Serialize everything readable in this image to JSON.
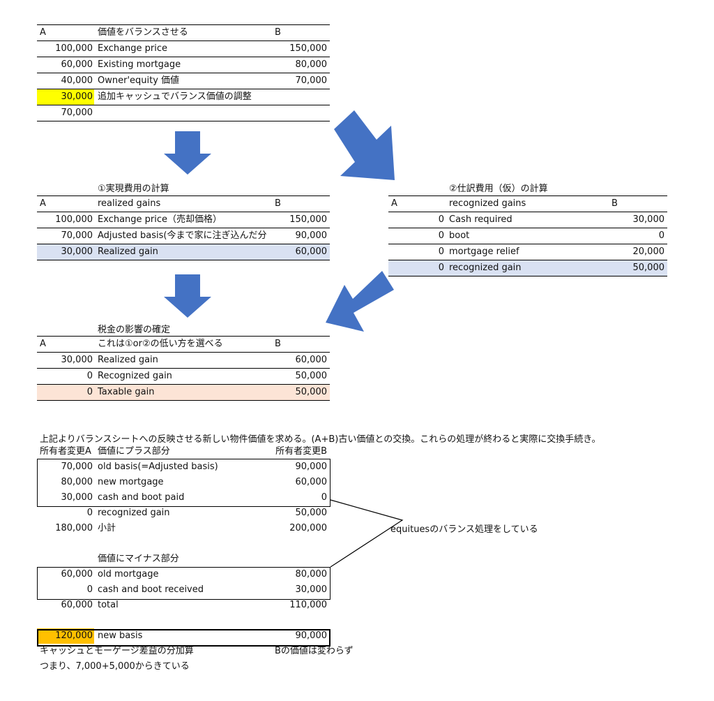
{
  "colors": {
    "arrow": "#4472c4",
    "highlight_yellow": "#ffff00",
    "highlight_orange": "#ffc000",
    "row_blue": "#d9e1f2",
    "row_pink": "#fce4d6"
  },
  "balance": {
    "head_a": "A",
    "head_mid": "価値をバランスさせる",
    "head_b": "B",
    "rows": [
      {
        "a": "100,000",
        "label": "Exchange price",
        "b": "150,000"
      },
      {
        "a": "60,000",
        "label": "Existing mortgage",
        "b": "80,000"
      },
      {
        "a": "40,000",
        "label": "Owner'equity 価値",
        "b": "70,000"
      },
      {
        "a": "30,000",
        "label": "追加キャッシュでバランス価値の調整",
        "b": ""
      },
      {
        "a": "70,000",
        "label": "",
        "b": ""
      }
    ]
  },
  "realized": {
    "caption": "①実現費用の計算",
    "head_a": "A",
    "head_mid": "realized gains",
    "head_b": "B",
    "rows": [
      {
        "a": "100,000",
        "label": "Exchange price（売却価格）",
        "b": "150,000"
      },
      {
        "a": "70,000",
        "label": "Adjusted basis(今まで家に注ぎ込んだ分",
        "b": "90,000"
      },
      {
        "a": "30,000",
        "label": "Realized gain",
        "b": "60,000"
      }
    ]
  },
  "recognized": {
    "caption": "②仕訳費用（仮）の計算",
    "head_a": "A",
    "head_mid": "recognized gains",
    "head_b": "B",
    "rows": [
      {
        "a": "0",
        "label": "Cash required",
        "b": "30,000"
      },
      {
        "a": "0",
        "label": "boot",
        "b": "0"
      },
      {
        "a": "0",
        "label": "mortgage relief",
        "b": "20,000"
      },
      {
        "a": "0",
        "label": "recognized gain",
        "b": "50,000"
      }
    ]
  },
  "tax": {
    "caption": "税金の影響の確定",
    "head_a": "A",
    "head_mid": "これは①or②の低い方を選べる",
    "head_b": "B",
    "rows": [
      {
        "a": "30,000",
        "label": "Realized gain",
        "b": "60,000"
      },
      {
        "a": "0",
        "label": "Recognized gain",
        "b": "50,000"
      },
      {
        "a": "0",
        "label": "Taxable gain",
        "b": "50,000"
      }
    ]
  },
  "summary_text": "上記よりバランスシートへの反映させる新しい物件価値を求める。(A+B)古い価値との交換。これらの処理が終わると実際に交換手続き。",
  "basis": {
    "head_a": "所有者変更A",
    "head_mid": "価値にプラス部分",
    "head_b": "所有者変更B",
    "plus_rows": [
      {
        "a": "70,000",
        "label": "old basis(=Adjusted basis)",
        "b": "90,000"
      },
      {
        "a": "80,000",
        "label": "new mortgage",
        "b": "60,000"
      },
      {
        "a": "30,000",
        "label": "cash and boot paid",
        "b": "0"
      },
      {
        "a": "0",
        "label": "recognized gain",
        "b": "50,000"
      },
      {
        "a": "180,000",
        "label": "小計",
        "b": "200,000"
      }
    ],
    "minus_caption": "価値にマイナス部分",
    "minus_rows": [
      {
        "a": "60,000",
        "label": "old mortgage",
        "b": "80,000"
      },
      {
        "a": "0",
        "label": "cash and boot received",
        "b": "30,000"
      },
      {
        "a": "60,000",
        "label": "total",
        "b": "110,000"
      }
    ],
    "new_basis": {
      "a": "120,000",
      "label": "new basis",
      "b": "90,000"
    },
    "note_a": "キャッシュとモーゲージ差益の分加算",
    "note_b": "Bの価値は変わらず",
    "note_c": "つまり、7,000+5,000からきている"
  },
  "equity_note": "equitues",
  "equity_note_suffix": "のバランス処理をしている"
}
